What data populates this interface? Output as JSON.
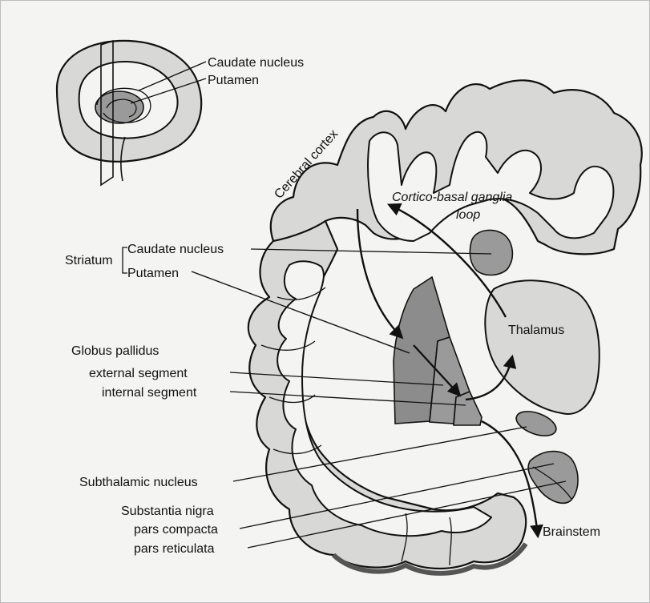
{
  "inset": {
    "caudate_label": "Caudate nucleus",
    "putamen_label": "Putamen"
  },
  "labels": {
    "cerebral_cortex": "Cerebral cortex",
    "loop_line1": "Cortico-basal ganglia",
    "loop_line2": "loop",
    "striatum": "Striatum",
    "striatum_caudate": "Caudate nucleus",
    "striatum_putamen": "Putamen",
    "globus_pallidus": "Globus pallidus",
    "gp_external": "external segment",
    "gp_internal": "internal segment",
    "thalamus": "Thalamus",
    "subthalamic": "Subthalamic nucleus",
    "substantia_nigra": "Substantia nigra",
    "sn_compacta": "pars compacta",
    "sn_reticulata": "pars reticulata",
    "brainstem": "Brainstem"
  },
  "colors": {
    "cortex_fill": "#d8d8d6",
    "nucleus_fill": "#9a9a9a",
    "outline": "#111111"
  }
}
